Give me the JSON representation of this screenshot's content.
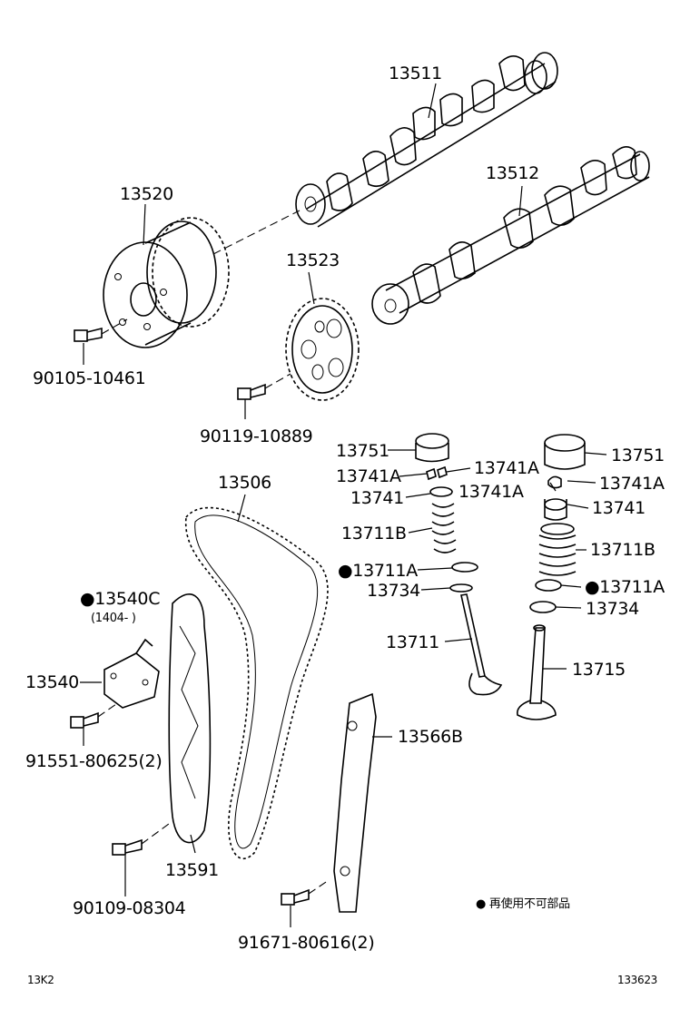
{
  "labels": {
    "p13511": "13511",
    "p13512": "13512",
    "p13520": "13520",
    "p13523": "13523",
    "b90105": "90105-10461",
    "b90119": "90119-10889",
    "p13751L": "13751",
    "p13751R": "13751",
    "p13741AL1": "13741A",
    "p13741AL2": "13741A",
    "p13741AR1": "13741A",
    "p13741AR2": "13741A",
    "p13741L": "13741",
    "p13741R": "13741",
    "p13711BL": "13711B",
    "p13711BR": "13711B",
    "p13711AL": "13711A",
    "p13711AR": "13711A",
    "p13734L": "13734",
    "p13734R": "13734",
    "p13711": "13711",
    "p13715": "13715",
    "p13506": "13506",
    "p13540C": "13540C",
    "date13540C": "(1404-    )",
    "p13540": "13540",
    "b91551": "91551-80625(2)",
    "p13566B": "13566B",
    "p13591": "13591",
    "b90109": "90109-08304",
    "b91671": "91671-80616(2)",
    "legend": "再使用不可部品",
    "footerLeft": "13K2",
    "footerRight": "133623"
  },
  "marker": "●"
}
